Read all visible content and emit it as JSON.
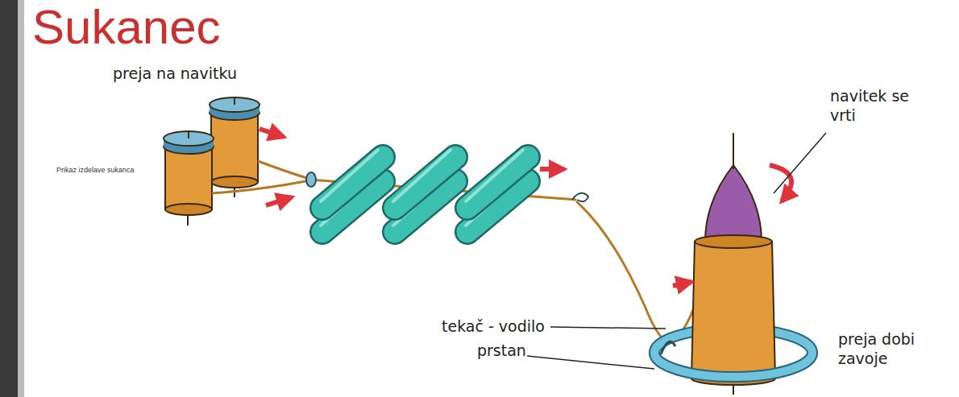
{
  "diagram": {
    "title": "Sukanec",
    "caption": "Prikaz izdelave sukanca",
    "labels": [
      "preja na navitku",
      "tekač - vodilo",
      "prstan",
      "navitek se vrti",
      "preja dobi zavoje"
    ]
  }
}
